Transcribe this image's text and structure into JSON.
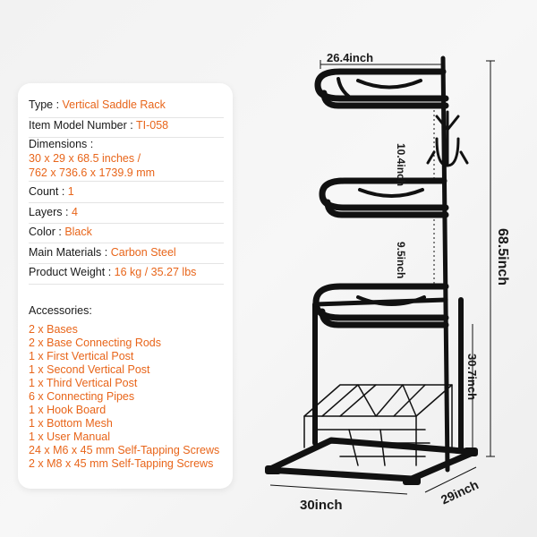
{
  "specs": [
    {
      "label": "Type :",
      "value": "Vertical Saddle Rack"
    },
    {
      "label": "Item Model Number :",
      "value": "TI-058"
    },
    {
      "label": "Dimensions :",
      "value": "30 x 29 x 68.5 inches /",
      "value2": "762 x 736.6 x 1739.9 mm"
    },
    {
      "label": "Count :",
      "value": "1"
    },
    {
      "label": "Layers :",
      "value": "4"
    },
    {
      "label": "Color :",
      "value": "Black"
    },
    {
      "label": "Main Materials :",
      "value": "Carbon Steel"
    },
    {
      "label": "Product Weight :",
      "value": "16 kg / 35.27 lbs"
    }
  ],
  "accessories_title": "Accessories:",
  "accessories": [
    "2 x Bases",
    "2 x Base Connecting Rods",
    "1 x First Vertical Post",
    "1 x Second Vertical Post",
    "1 x Third Vertical Post",
    "6 x Connecting Pipes",
    "1 x Hook Board",
    "1 x Bottom Mesh",
    "1 x User Manual",
    "24 x M6 x 45 mm Self-Tapping Screws",
    "2 x M8 x 45 mm Self-Tapping Screws"
  ],
  "dimensions": {
    "width_top": "26.4inch",
    "gap_1": "10.4inch",
    "gap_2": "9.5inch",
    "height_total": "68.5inch",
    "base_height": "30.7inch",
    "base_width": "30inch",
    "base_depth": "29inch"
  },
  "colors": {
    "accent": "#e8651a",
    "text": "#1a1a1a",
    "rack": "#111111"
  }
}
